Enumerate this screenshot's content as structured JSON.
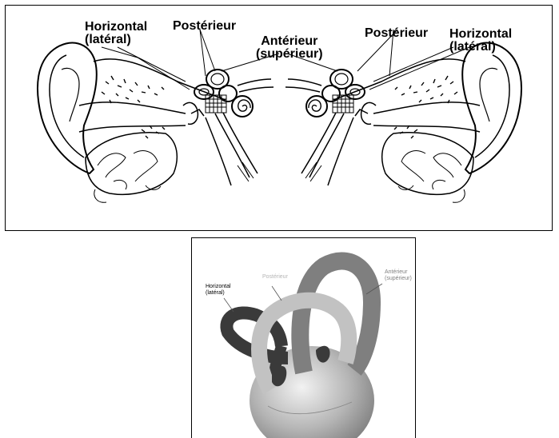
{
  "top_panel": {
    "left_ear": {
      "horizontal_line1": "Horizontal",
      "horizontal_line2": "(latéral)",
      "posterieur": "Postérieur"
    },
    "anterieur_line1": "Antérieur",
    "anterieur_line2": "(supérieur)",
    "right_ear": {
      "posterieur": "Postérieur",
      "horizontal_line1": "Horizontal",
      "horizontal_line2": "(latéral)"
    }
  },
  "bottom_panel": {
    "horizontal_line1": "Horizontal",
    "horizontal_line2": "(latéral)",
    "posterieur": "Postérieur",
    "anterieur_line1": "Antérieur",
    "anterieur_line2": "(supérieur)",
    "colors": {
      "horizontal_canal": "#3a3a3a",
      "posterior_canal": "#c2c2c2",
      "anterior_canal": "#7f7f7f",
      "vestibule_light": "#f2f2f2",
      "vestibule_dark": "#777777"
    }
  }
}
